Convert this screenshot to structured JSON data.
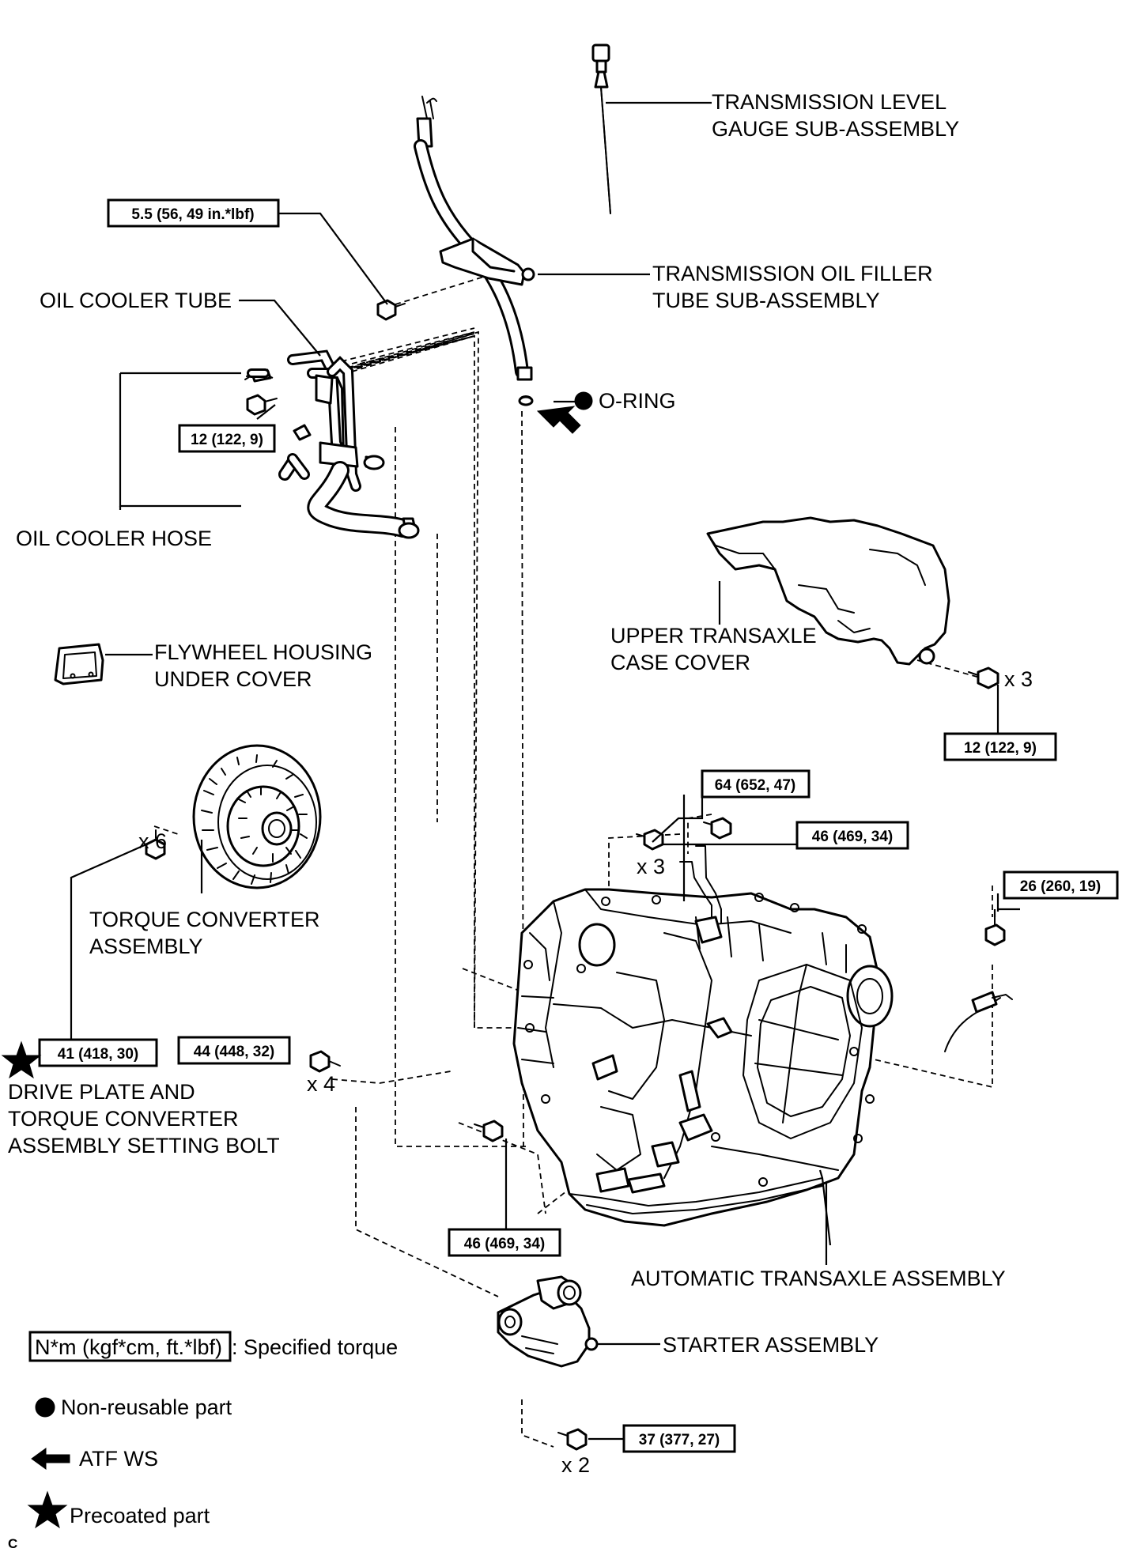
{
  "labels": {
    "level_gauge_1": "TRANSMISSION LEVEL",
    "level_gauge_2": "GAUGE SUB-ASSEMBLY",
    "filler_tube_1": "TRANSMISSION OIL FILLER",
    "filler_tube_2": "TUBE SUB-ASSEMBLY",
    "oil_cooler_tube": "OIL COOLER TUBE",
    "o_ring": "O-RING",
    "oil_cooler_hose": "OIL COOLER HOSE",
    "upper_cover_1": "UPPER TRANSAXLE",
    "upper_cover_2": "CASE COVER",
    "flywheel_cover_1": "FLYWHEEL HOUSING",
    "flywheel_cover_2": "UNDER COVER",
    "torque_converter_1": "TORQUE CONVERTER",
    "torque_converter_2": "ASSEMBLY",
    "drive_plate_1": "DRIVE PLATE AND",
    "drive_plate_2": "TORQUE CONVERTER",
    "drive_plate_3": "ASSEMBLY SETTING BOLT",
    "automatic_transaxle": "AUTOMATIC TRANSAXLE ASSEMBLY",
    "starter": "STARTER ASSEMBLY"
  },
  "quantities": {
    "cover_bolts": "x 3",
    "converter_bolts": "x 6",
    "upper_bolts": "x 3",
    "side_bolts": "x 4",
    "starter_bolts": "x 2"
  },
  "torques": {
    "filler_tube_bolt": "5.5 (56, 49 in.*lbf)",
    "cooler_tube_bolt": "12 (122, 9)",
    "cover_bolt": "12 (122, 9)",
    "upper_bolt_a": "64 (652, 47)",
    "upper_bolt_b": "46 (469, 34)",
    "harness_bolt": "26 (260, 19)",
    "setting_bolt": "41 (418, 30)",
    "side_bolt": "44 (448, 32)",
    "lower_bolt": "46 (469, 34)",
    "starter_bolt": "37 (377, 27)"
  },
  "legend": {
    "torque_unit": "N*m (kgf*cm, ft.*lbf)",
    "torque_desc": ": Specified torque",
    "non_reusable": "Non-reusable part",
    "atf": "ATF WS",
    "precoated": "Precoated part"
  },
  "figure_code": "C",
  "icons": {
    "non_reusable": "filled-circle-icon",
    "atf": "arrow-left-icon",
    "precoated": "star-icon"
  }
}
